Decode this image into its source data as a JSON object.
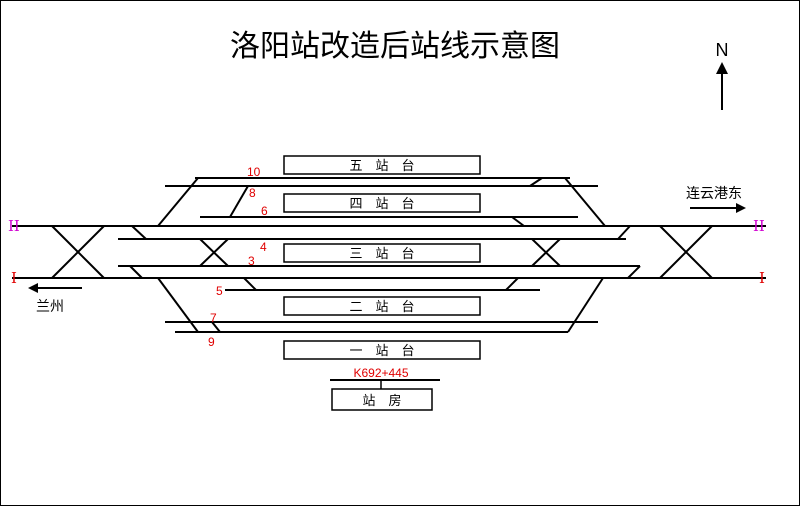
{
  "title": "洛阳站改造后站线示意图",
  "north_label": "N",
  "direction_east": "连云港东",
  "direction_west": "兰州",
  "main_lines": {
    "upper": "II",
    "lower": "I"
  },
  "platforms": {
    "p5": "五　站　台",
    "p4": "四　站　台",
    "p3": "三　站　台",
    "p2": "二　站　台",
    "p1": "一　站　台"
  },
  "station_building": "站　房",
  "kilometer_post": "K692+445",
  "track_numbers": {
    "t10": "10",
    "t8": "8",
    "t6": "6",
    "t4": "4",
    "t3": "3",
    "t5": "5",
    "t7": "7",
    "t9": "9"
  },
  "colors": {
    "track": "#000000",
    "track_number": "#e00000",
    "line_marker_ii": "#d000d0",
    "line_marker_i": "#e00000"
  }
}
